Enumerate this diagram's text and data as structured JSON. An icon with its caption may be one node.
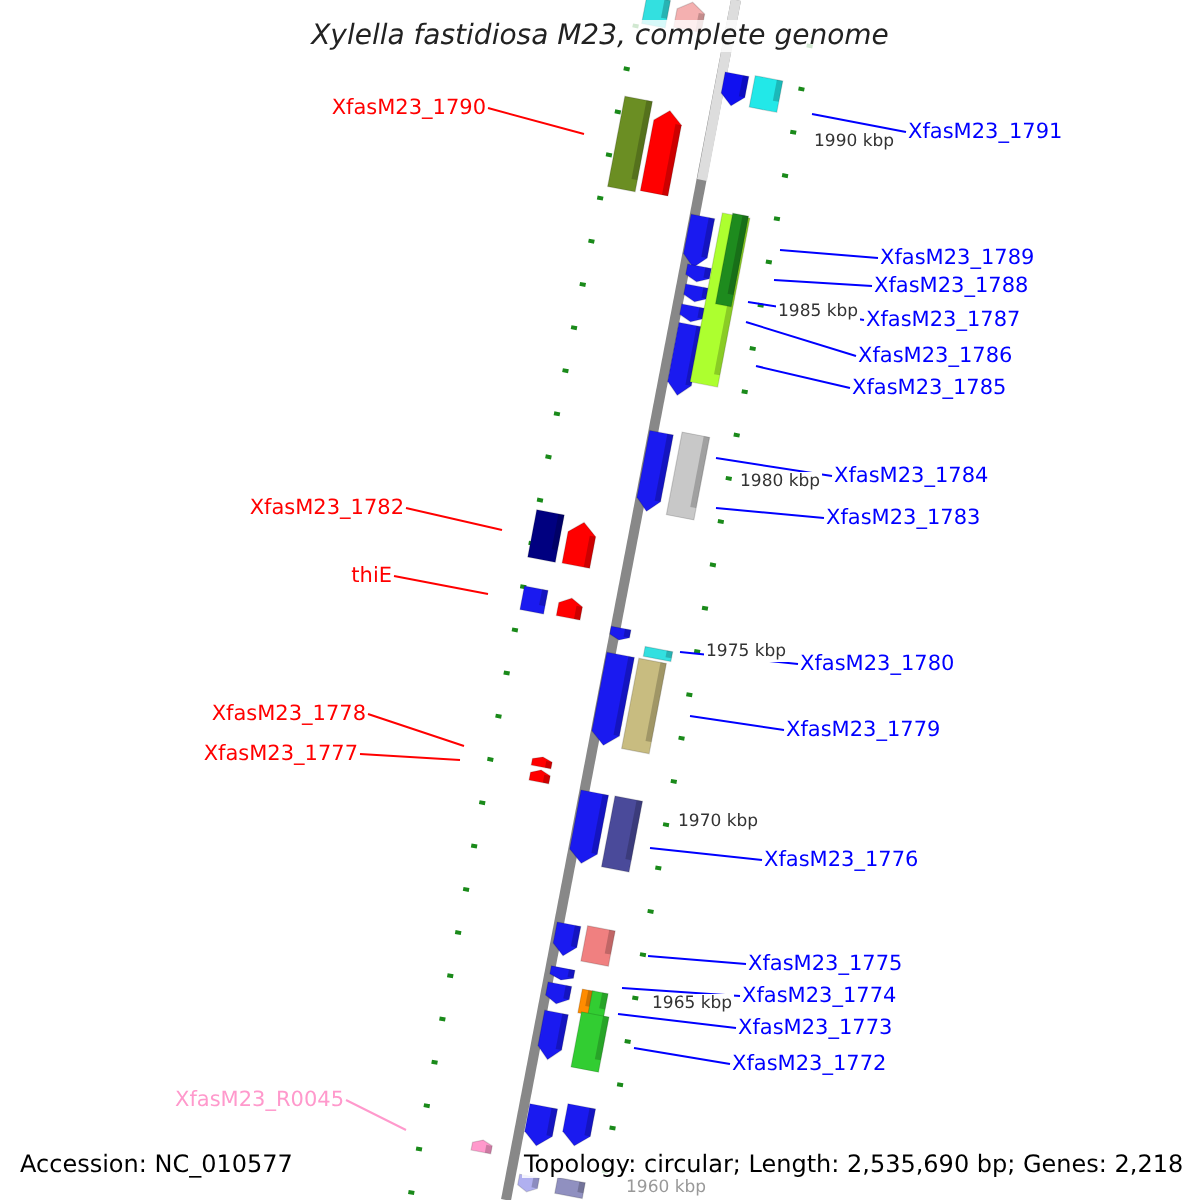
{
  "diagram": {
    "title": "Xylella fastidiosa M23, complete genome",
    "nodes": [
      {
        "text": [
          "XfasM23_1790"
        ]
      },
      {
        "text": [
          "XfasM23_1791"
        ]
      },
      {
        "text": [
          "XfasM23_1789"
        ]
      },
      {
        "text": [
          "XfasM23_1788"
        ]
      },
      {
        "text": [
          "XfasM23_1787"
        ]
      },
      {
        "text": [
          "XfasM23_1786"
        ]
      },
      {
        "text": [
          "XfasM23_1785"
        ]
      },
      {
        "text": [
          "XfasM23_1784"
        ]
      },
      {
        "text": [
          "XfasM23_1782"
        ]
      },
      {
        "text": [
          "XfasM23_1783"
        ]
      },
      {
        "text": [
          "thiE"
        ]
      },
      {
        "text": [
          "XfasM23_1780"
        ]
      },
      {
        "text": [
          "XfasM23_1778"
        ]
      },
      {
        "text": [
          "XfasM23_1779"
        ]
      },
      {
        "text": [
          "XfasM23_1777"
        ]
      },
      {
        "text": [
          "XfasM23_1776"
        ]
      },
      {
        "text": [
          "XfasM23_1775"
        ]
      },
      {
        "text": [
          "XfasM23_1774"
        ]
      },
      {
        "text": [
          "XfasM23_1773"
        ]
      },
      {
        "text": [
          "XfasM23_1772"
        ]
      },
      {
        "text": [
          "XfasM23_R0045"
        ]
      }
    ],
    "edges": [
      {
        "from": 0,
        "to": null,
        "arrow": "none",
        "color": "#ff0000"
      },
      {
        "from": 1,
        "to": null,
        "arrow": "none"
      },
      {
        "from": 2,
        "to": null,
        "arrow": "none"
      },
      {
        "from": 3,
        "to": null,
        "arrow": "none"
      },
      {
        "from": 4,
        "to": null,
        "arrow": "none"
      },
      {
        "from": 5,
        "to": null,
        "arrow": "none"
      },
      {
        "from": 6,
        "to": null,
        "arrow": "none"
      },
      {
        "from": 7,
        "to": null,
        "arrow": "none"
      },
      {
        "from": 8,
        "to": null,
        "arrow": "none",
        "color": "#ff0000"
      },
      {
        "from": 9,
        "to": null,
        "arrow": "none"
      },
      {
        "from": 10,
        "to": null,
        "arrow": "none",
        "color": "#ff0000"
      },
      {
        "from": 11,
        "to": null,
        "arrow": "none"
      },
      {
        "from": 12,
        "to": null,
        "arrow": "none",
        "color": "#ff0000"
      },
      {
        "from": 13,
        "to": null,
        "arrow": "none"
      },
      {
        "from": 14,
        "to": null,
        "arrow": "none",
        "color": "#ff0000"
      },
      {
        "from": 15,
        "to": null,
        "arrow": "none"
      },
      {
        "from": 16,
        "to": null,
        "arrow": "none"
      },
      {
        "from": 17,
        "to": null,
        "arrow": "none"
      },
      {
        "from": 18,
        "to": null,
        "arrow": "none"
      },
      {
        "from": 19,
        "to": null,
        "arrow": "none"
      },
      {
        "from": 20,
        "to": null,
        "arrow": "none",
        "color": "#ff99cc"
      }
    ],
    "labels": [
      "1990 kbp",
      "1985 kbp",
      "1980 kbp",
      "1975 kbp",
      "1970 kbp",
      "1965 kbp",
      "Accession: NC_010577",
      "Topology: circular; Length: 2,535,690 bp; Genes: 2,218",
      "1960 kbp"
    ]
  }
}
